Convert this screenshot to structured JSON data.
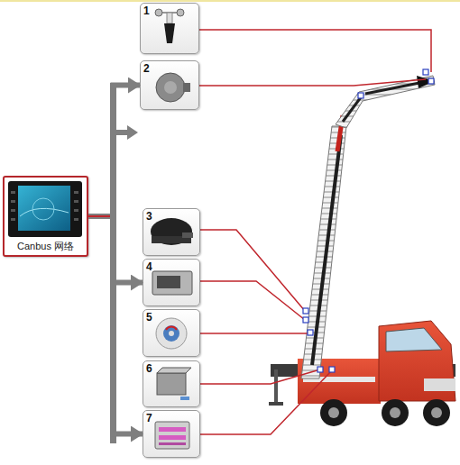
{
  "diagram": {
    "nodes": [
      {
        "text": [
          "Canbus 网络"
        ]
      },
      {
        "text": [
          "1"
        ]
      },
      {
        "text": [
          "2"
        ]
      },
      {
        "text": [
          "3"
        ]
      },
      {
        "text": [
          "4"
        ]
      },
      {
        "text": [
          "5"
        ]
      },
      {
        "text": [
          "6"
        ]
      },
      {
        "text": [
          "7"
        ]
      }
    ],
    "edges": [
      {
        "from": 0,
        "to": 2,
        "arrow": "to"
      },
      {
        "from": 0,
        "to": 4,
        "arrow": "to"
      },
      {
        "from": 0,
        "to": 7,
        "arrow": "to"
      }
    ]
  }
}
